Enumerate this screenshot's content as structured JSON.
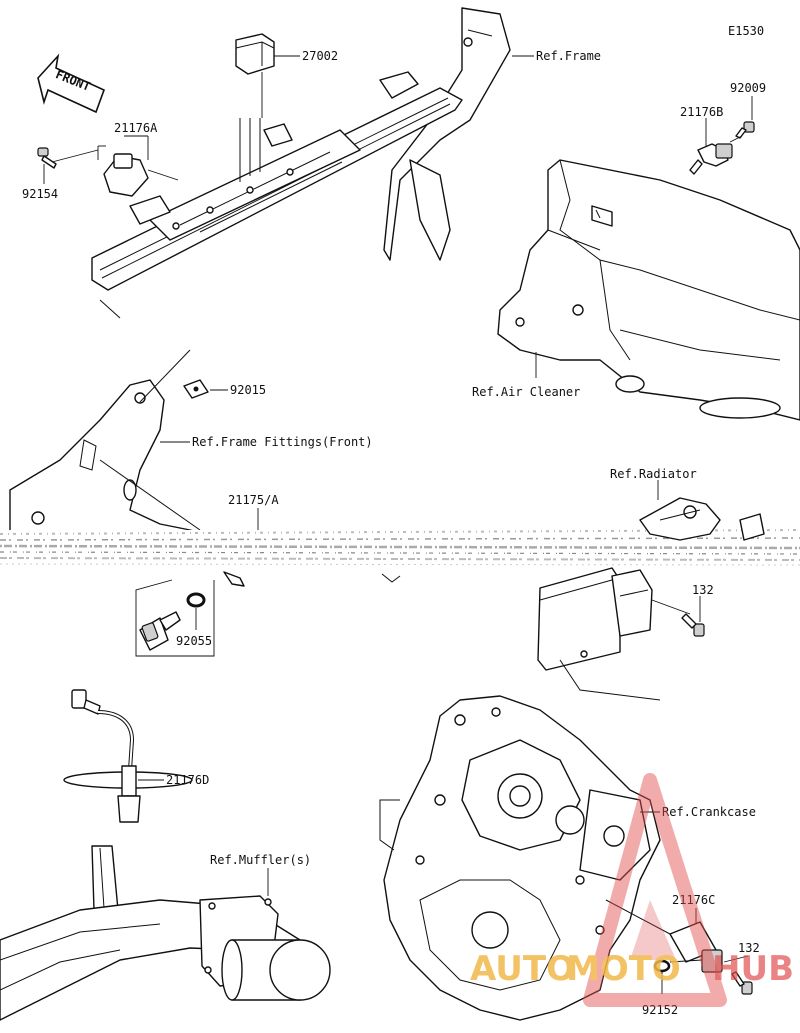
{
  "diagram_code": "E1530",
  "front_label": "FRONT",
  "parts": [
    {
      "id": "p27002",
      "label": "27002"
    },
    {
      "id": "p21176A",
      "label": "21176A"
    },
    {
      "id": "p92154",
      "label": "92154"
    },
    {
      "id": "p92009",
      "label": "92009"
    },
    {
      "id": "p21176B",
      "label": "21176B"
    },
    {
      "id": "p92015",
      "label": "92015"
    },
    {
      "id": "p21175A",
      "label": "21175/A"
    },
    {
      "id": "p92055",
      "label": "92055"
    },
    {
      "id": "p132a",
      "label": "132"
    },
    {
      "id": "p21176D",
      "label": "21176D"
    },
    {
      "id": "p21176C",
      "label": "21176C"
    },
    {
      "id": "p132b",
      "label": "132"
    },
    {
      "id": "p92152",
      "label": "92152"
    }
  ],
  "references": {
    "frame": "Ref.Frame",
    "air_cleaner": "Ref.Air Cleaner",
    "frame_fittings": "Ref.Frame Fittings(Front)",
    "radiator": "Ref.Radiator",
    "crankcase": "Ref.Crankcase",
    "mufflers": "Ref.Muffler(s)"
  },
  "watermark": {
    "part1": "AUTO",
    "part2": "MOTO",
    "part3": "HUB",
    "color_primary": "#f2b84b",
    "color_secondary": "#e04b4b"
  }
}
